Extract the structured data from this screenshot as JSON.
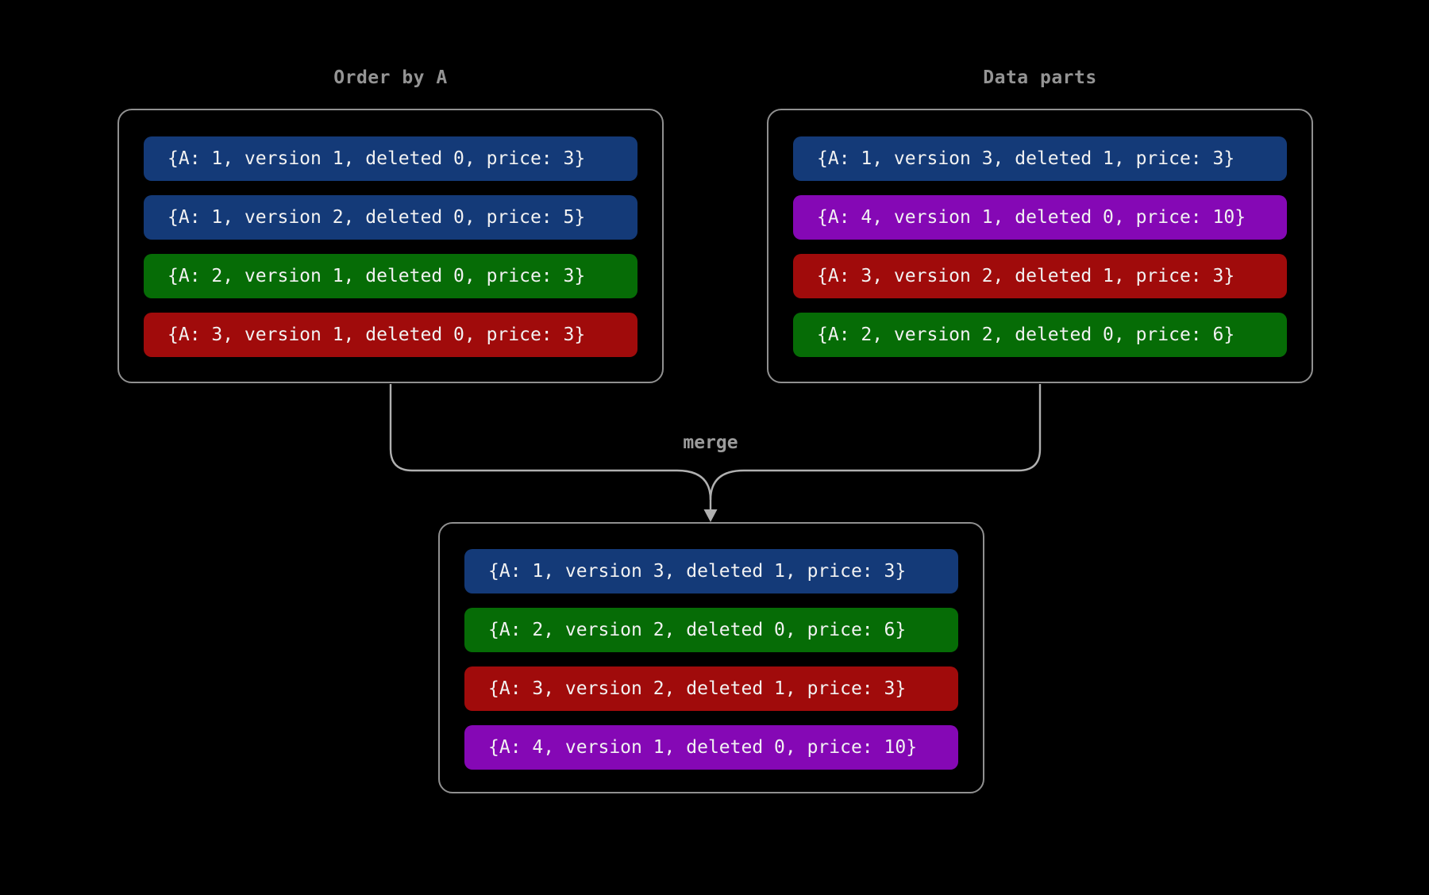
{
  "colors": {
    "background": "#000000",
    "box_border": "#909090",
    "title_text": "#949494",
    "merge_label_text": "#9b9b9b",
    "connector": "#b0b0b0",
    "row_text": "#f2f2f2",
    "blue": "#143a78",
    "green": "#066c06",
    "red": "#a00b0b",
    "purple": "#8508b5"
  },
  "diagram": {
    "merge_label": "merge",
    "left_box": {
      "title": "Order by A",
      "rows": [
        {
          "text": "{A: 1, version 1, deleted 0, price: 3}",
          "color_name": "blue",
          "color": "#143a78"
        },
        {
          "text": "{A: 1, version 2, deleted 0, price: 5}",
          "color_name": "blue",
          "color": "#143a78"
        },
        {
          "text": "{A: 2, version 1, deleted 0, price: 3}",
          "color_name": "green",
          "color": "#066c06"
        },
        {
          "text": "{A: 3, version 1, deleted 0, price: 3}",
          "color_name": "red",
          "color": "#a00b0b"
        }
      ]
    },
    "right_box": {
      "title": "Data parts",
      "rows": [
        {
          "text": "{A: 1, version 3, deleted 1, price: 3}",
          "color_name": "blue",
          "color": "#143a78"
        },
        {
          "text": "{A: 4, version 1, deleted 0, price: 10}",
          "color_name": "purple",
          "color": "#8508b5"
        },
        {
          "text": "{A: 3, version 2, deleted 1, price: 3}",
          "color_name": "red",
          "color": "#a00b0b"
        },
        {
          "text": "{A: 2, version 2, deleted 0, price: 6}",
          "color_name": "green",
          "color": "#066c06"
        }
      ]
    },
    "merged_box": {
      "rows": [
        {
          "text": "{A: 1, version 3, deleted 1, price: 3}",
          "color_name": "blue",
          "color": "#143a78"
        },
        {
          "text": "{A: 2, version 2, deleted 0, price: 6}",
          "color_name": "green",
          "color": "#066c06"
        },
        {
          "text": "{A: 3, version 2, deleted 1, price: 3}",
          "color_name": "red",
          "color": "#a00b0b"
        },
        {
          "text": "{A: 4, version 1, deleted 0, price: 10}",
          "color_name": "purple",
          "color": "#8508b5"
        }
      ]
    }
  }
}
